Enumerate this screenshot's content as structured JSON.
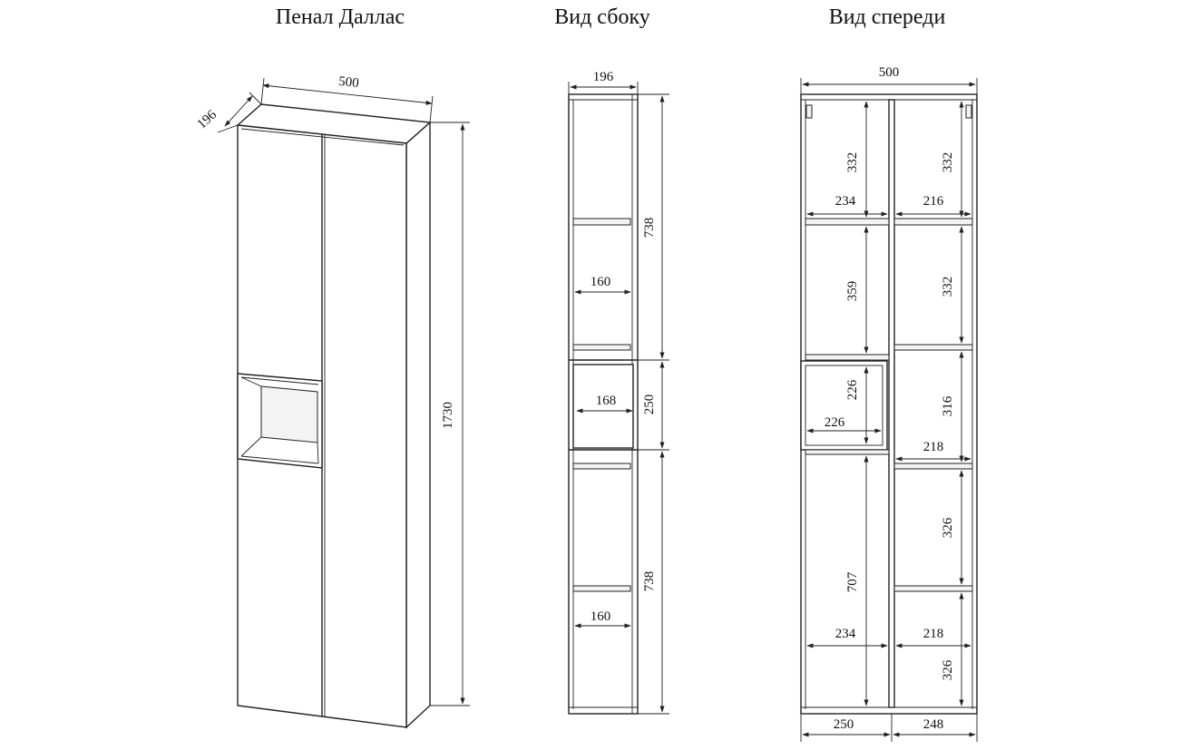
{
  "titles": {
    "iso": "Пенал Даллас",
    "side": "Вид сбоку",
    "front": "Вид спереди"
  },
  "iso_dims": {
    "width": "500",
    "depth": "196",
    "height": "1730"
  },
  "side_dims": {
    "depth": "196",
    "upper_height": "738",
    "middle_height": "250",
    "lower_height": "738",
    "upper_depth": "160",
    "niche_depth": "168",
    "lower_depth": "160"
  },
  "front_dims": {
    "total_width": "500",
    "left_upper_h": "332",
    "left_upper_w": "234",
    "right_upper_h": "332",
    "right_upper_w": "216",
    "left_mid_h": "359",
    "right_mid_h": "332",
    "niche_h": "226",
    "niche_w": "226",
    "right_third_h": "316",
    "right_third_w": "218",
    "left_lower_h": "707",
    "left_lower_w": "234",
    "right_fourth_h": "326",
    "right_fifth_w": "218",
    "right_fifth_h": "326",
    "bottom_left_w": "250",
    "bottom_right_w": "248"
  }
}
